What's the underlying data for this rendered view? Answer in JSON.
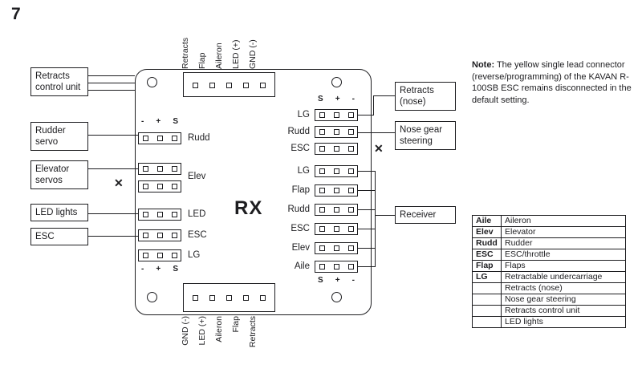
{
  "page_number": "7",
  "colors": {
    "ink": "#1d1d20",
    "background": "#ffffff"
  },
  "board": {
    "rx_label": "RX",
    "top_connector_labels": [
      "Retracts",
      "Flap",
      "Aileron",
      "LED (+)",
      "GND (-)"
    ],
    "bottom_connector_labels": [
      "GND (-)",
      "LED (+)",
      "Aileron",
      "Flap",
      "Retracts"
    ],
    "left_pin_order": [
      "-",
      "+",
      "S"
    ],
    "right_pin_order": [
      "S",
      "+",
      "-"
    ],
    "left_rows": [
      "Rudd",
      "Elev",
      "LED",
      "ESC",
      "LG"
    ],
    "right_top_rows": [
      "LG",
      "Rudd",
      "ESC"
    ],
    "right_main_rows": [
      "LG",
      "Flap",
      "Rudd",
      "ESC",
      "Elev",
      "Aile"
    ]
  },
  "left_boxes": [
    "Retracts control unit",
    "Rudder servo",
    "Elevator servos",
    "LED lights",
    "ESC"
  ],
  "right_boxes": [
    "Retracts (nose)",
    "Nose gear steering",
    "Receiver"
  ],
  "disconnect_mark": "✕",
  "note": {
    "label": "Note:",
    "text": " The yellow single lead connector (reverse/programming) of the KAVAN R-100SB ESC remains disconnected in the default setting."
  },
  "legend": {
    "rows": [
      [
        "Aile",
        "Aileron"
      ],
      [
        "Elev",
        "Elevator"
      ],
      [
        "Rudd",
        "Rudder"
      ],
      [
        "ESC",
        "ESC/throttle"
      ],
      [
        "Flap",
        "Flaps"
      ],
      [
        "LG",
        "Retractable undercarriage"
      ],
      [
        "",
        "Retracts (nose)"
      ],
      [
        "",
        "Nose gear steering"
      ],
      [
        "",
        "Retracts control unit"
      ],
      [
        "",
        "LED lights"
      ]
    ]
  }
}
